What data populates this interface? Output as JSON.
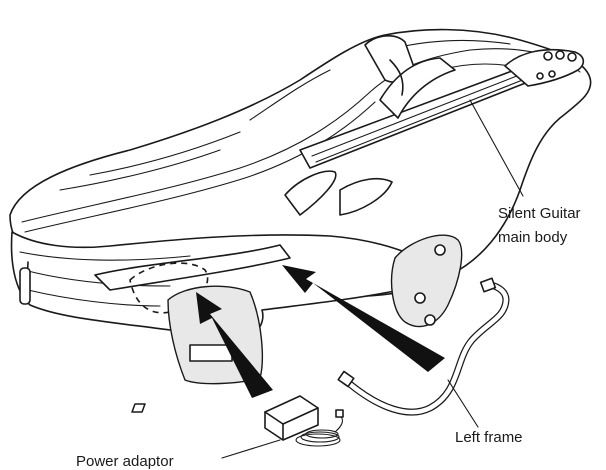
{
  "labels": {
    "guitar_line1": "Silent Guitar",
    "guitar_line2": "main body",
    "left_frame": "Left frame",
    "power_adaptor": "Power adaptor"
  }
}
